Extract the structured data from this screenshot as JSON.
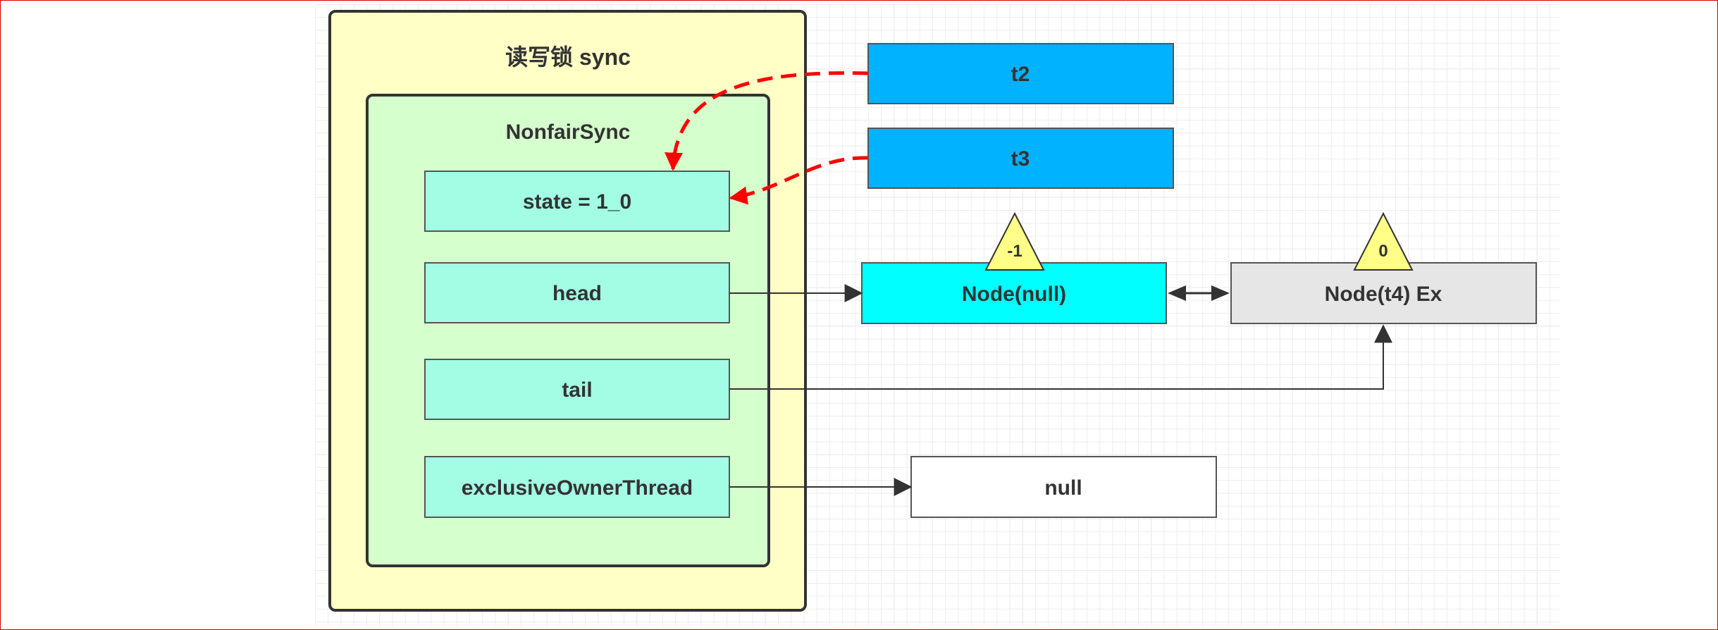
{
  "outer_container": {
    "title": "读写锁 sync"
  },
  "inner_container": {
    "title": "NonfairSync"
  },
  "fields": {
    "state": "state = 1_0",
    "head": "head",
    "tail": "tail",
    "exclusive_owner_thread": "exclusiveOwnerThread"
  },
  "threads": {
    "t2": "t2",
    "t3": "t3"
  },
  "queue": {
    "node_null": {
      "label": "Node(null)",
      "wait_status": "-1"
    },
    "node_t4": {
      "label": "Node(t4) Ex",
      "wait_status": "0"
    }
  },
  "owner_value": "null",
  "colors": {
    "outer_fill": "#ffffc6",
    "inner_fill": "#d5ffcc",
    "field_fill": "#a3fde4",
    "thread_fill": "#00b2ff",
    "node_null_fill": "#00ffff",
    "node_t4_fill": "#e6e6e6",
    "badge_fill": "#ffff88",
    "dashed_arrow": "#ff0000",
    "solid_arrow": "#333333"
  }
}
